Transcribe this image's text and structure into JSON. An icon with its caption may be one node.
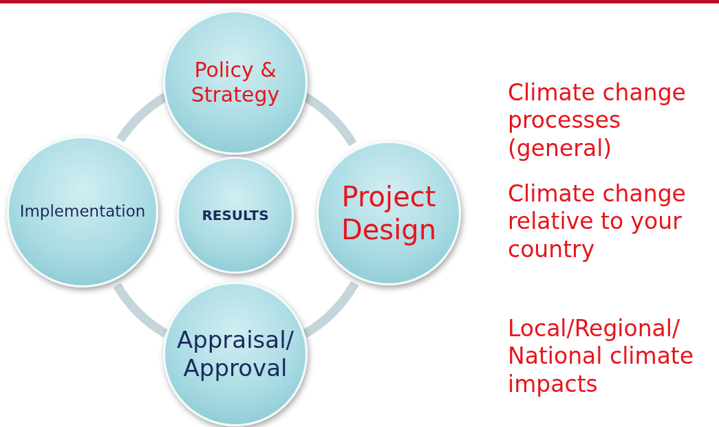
{
  "diagram": {
    "nodes": [
      {
        "text": [
          "Policy & Strategy"
        ]
      },
      {
        "text": [
          "Implementation"
        ]
      },
      {
        "text": [
          "RESULTS"
        ]
      },
      {
        "text": [
          "Project Design"
        ]
      },
      {
        "text": [
          "Appraisal/ Approval"
        ]
      }
    ],
    "edges": [
      {
        "from": 0,
        "to": 3,
        "arrow": "none"
      },
      {
        "from": 3,
        "to": 4,
        "arrow": "none"
      },
      {
        "from": 4,
        "to": 1,
        "arrow": "none"
      },
      {
        "from": 1,
        "to": 0,
        "arrow": "none"
      }
    ],
    "labels": [
      "Climate change processes (general)",
      "Climate change relative to your country",
      "Local/Regional/ National climate impacts"
    ]
  }
}
